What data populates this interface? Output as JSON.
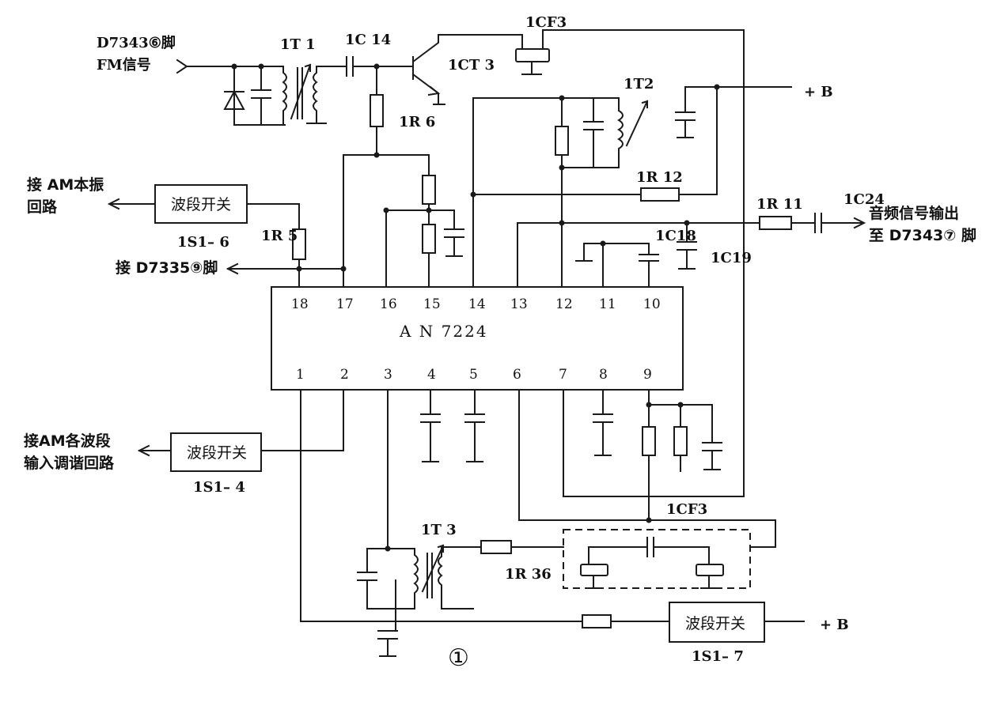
{
  "chip": {
    "name": "A N 7224",
    "top_pins": [
      "18",
      "17",
      "16",
      "15",
      "14",
      "13",
      "12",
      "11",
      "10"
    ],
    "bottom_pins": [
      "1",
      "2",
      "3",
      "4",
      "5",
      "6",
      "7",
      "8",
      "9"
    ]
  },
  "labels": {
    "fm_source_line1": "D7343⑥脚",
    "fm_source_line2": "FM信号",
    "it1": "1T 1",
    "ic14": "1C 14",
    "icf3_top": "1CF3",
    "ict3": "1CT 3",
    "ir6": "1R 6",
    "it2": "1T2",
    "plus_b_top": "+ B",
    "ir12": "1R 12",
    "am_osc_line1": "接 AM本振",
    "am_osc_line2": "回路",
    "band_switch_top": "波段开关",
    "s1_6": "1S1– 6",
    "ir5": "1R 5",
    "d7335": "接 D7335⑨脚",
    "ir11": "1R 11",
    "ic24": "1C24",
    "audio_out_line1": "音频信号输出",
    "audio_out_line2": "至 D7343⑦ 脚",
    "ic18": "1C18",
    "ic19": "1C19",
    "am_band_line1": "接AM各波段",
    "am_band_line2": "输入调谐回路",
    "band_switch_mid": "波段开关",
    "s1_4": "1S1– 4",
    "icf3_bottom": "1CF3",
    "it3": "1T 3",
    "ir36": "1R 36",
    "band_switch_bottom": "波段开关",
    "plus_b_bottom": "+ B",
    "s1_7": "1S1– 7",
    "figure_number": "①"
  }
}
